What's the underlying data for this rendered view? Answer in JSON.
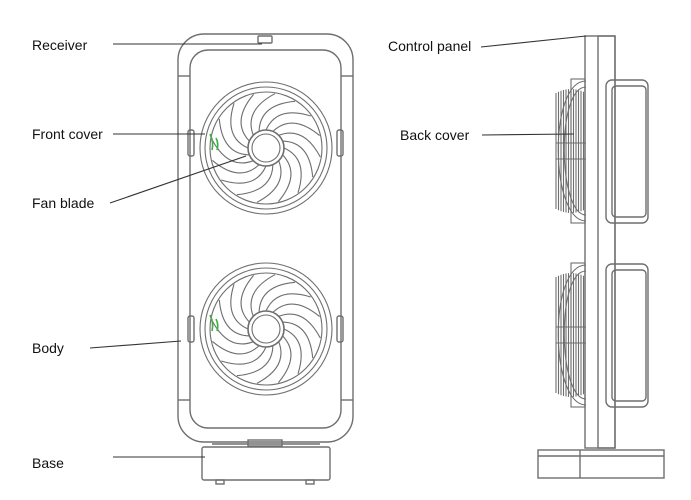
{
  "labels": {
    "receiver": "Receiver",
    "front_cover": "Front cover",
    "fan_blade": "Fan blade",
    "body": "Body",
    "base": "Base",
    "control_panel": "Control panel",
    "back_cover": "Back cover"
  },
  "colors": {
    "line": "#333333",
    "outline": "#6e6e6e",
    "accent": "#3cb043"
  }
}
